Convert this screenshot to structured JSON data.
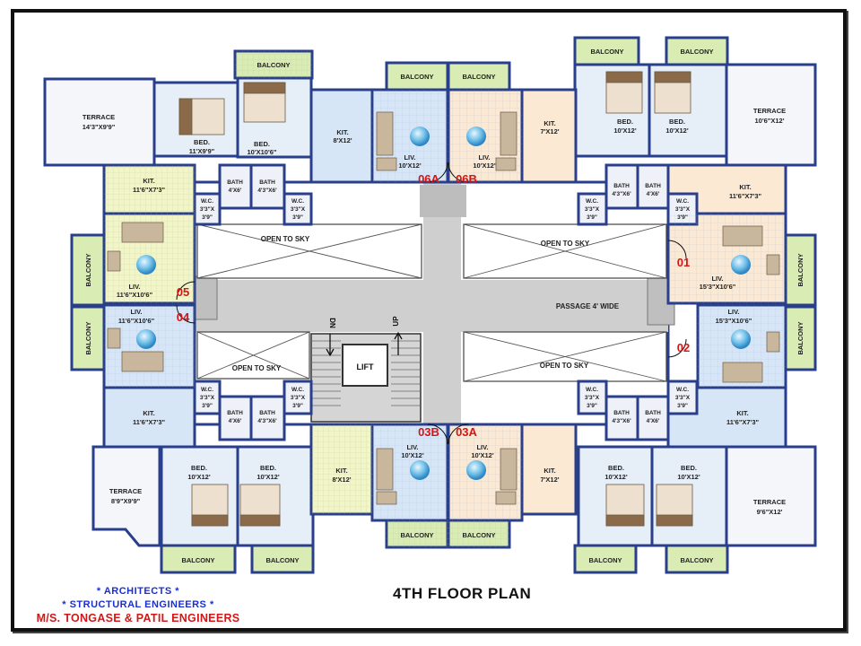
{
  "plan_title": "4TH FLOOR PLAN",
  "credits": {
    "line1": "* ARCHITECTS *",
    "line2": "* STRUCTURAL ENGINEERS *",
    "line3": "M/S. TONGASE & PATIL ENGINEERS"
  },
  "labels": {
    "balcony": "BALCONY",
    "terrace": "TERRACE",
    "bed": "BED.",
    "liv": "LIV.",
    "kit": "KIT.",
    "bath": "BATH",
    "wc": "W.C.",
    "open_to_sky": "OPEN TO SKY",
    "passage": "PASSAGE 4' WIDE",
    "lift": "LIFT",
    "dn": "DN",
    "up": "UP"
  },
  "dims": {
    "terrace_tl": "14'3\"X9'9\"",
    "terrace_tr": "10'6\"X12'",
    "terrace_bl": "8'9\"X9'9\"",
    "terrace_br": "9'6\"X12'",
    "bed_11x9": "11'X9'9\"",
    "bed_10x106": "10'X10'6\"",
    "bed_10x12": "10'X12'",
    "liv_10x12": "10'X12'",
    "liv_116": "11'6\"X10'6\"",
    "liv_153": "15'3\"X10'6\"",
    "kit_8x12": "8'X12'",
    "kit_7x12": "7'X12'",
    "kit_116": "11'6\"X7'3\"",
    "bath_4x6": "4'X6'",
    "bath_43x6": "4'3\"X6'",
    "wc_a": "3'3\"X",
    "wc_b": "3'9\""
  },
  "units": [
    "01",
    "02",
    "03A",
    "03B",
    "04",
    "05",
    "06A",
    "06B"
  ],
  "colors": {
    "wall": "#2a3f8c",
    "wall_dark": "#27306b",
    "balcony": "#d9ecb4",
    "living_blue": "#d7e6f7",
    "living_peach": "#fbe9d3",
    "kitchen_yellow": "#f1f5c8",
    "bedroom": "#e6eef8",
    "terrace": "#f4f6f9",
    "passage": "#cfcfcf",
    "unit_number": "#d41515",
    "accent_blue": "#1a2fd0"
  }
}
